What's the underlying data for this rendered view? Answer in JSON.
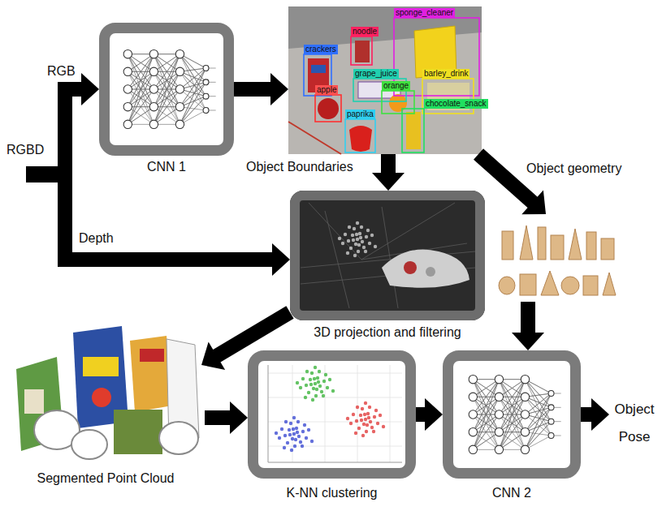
{
  "diagram": {
    "nodes": [
      {
        "text": [
          "RGBD"
        ]
      },
      {
        "text": [
          "CNN 1"
        ]
      },
      {
        "text": [
          "Object Boundaries"
        ]
      },
      {
        "text": [
          "3D projection and filtering"
        ]
      },
      {
        "text": [
          "Object geometry"
        ]
      },
      {
        "text": [
          "Segmented Point Cloud"
        ]
      },
      {
        "text": [
          "K-NN clustering"
        ]
      },
      {
        "text": [
          "CNN 2"
        ]
      },
      {
        "text": [
          "Object Pose"
        ]
      }
    ],
    "edges": [
      {
        "from": 0,
        "to": 1,
        "arrow": "to",
        "label": "RGB"
      },
      {
        "from": 0,
        "to": 3,
        "arrow": "to",
        "label": "Depth"
      },
      {
        "from": 1,
        "to": 2,
        "arrow": "to"
      },
      {
        "from": 2,
        "to": 3,
        "arrow": "to"
      },
      {
        "from": 2,
        "to": 4,
        "arrow": "to"
      },
      {
        "from": 3,
        "to": 5,
        "arrow": "to"
      },
      {
        "from": 4,
        "to": 7,
        "arrow": "to"
      },
      {
        "from": 5,
        "to": 6,
        "arrow": "to"
      },
      {
        "from": 6,
        "to": 7,
        "arrow": "to"
      },
      {
        "from": 7,
        "to": 8,
        "arrow": "to"
      }
    ],
    "labels": [
      "sponge_cleaner",
      "noodle",
      "crackers",
      "grape_juice",
      "barley_drink",
      "orange",
      "apple",
      "chocolate_snack",
      "paprika"
    ]
  }
}
